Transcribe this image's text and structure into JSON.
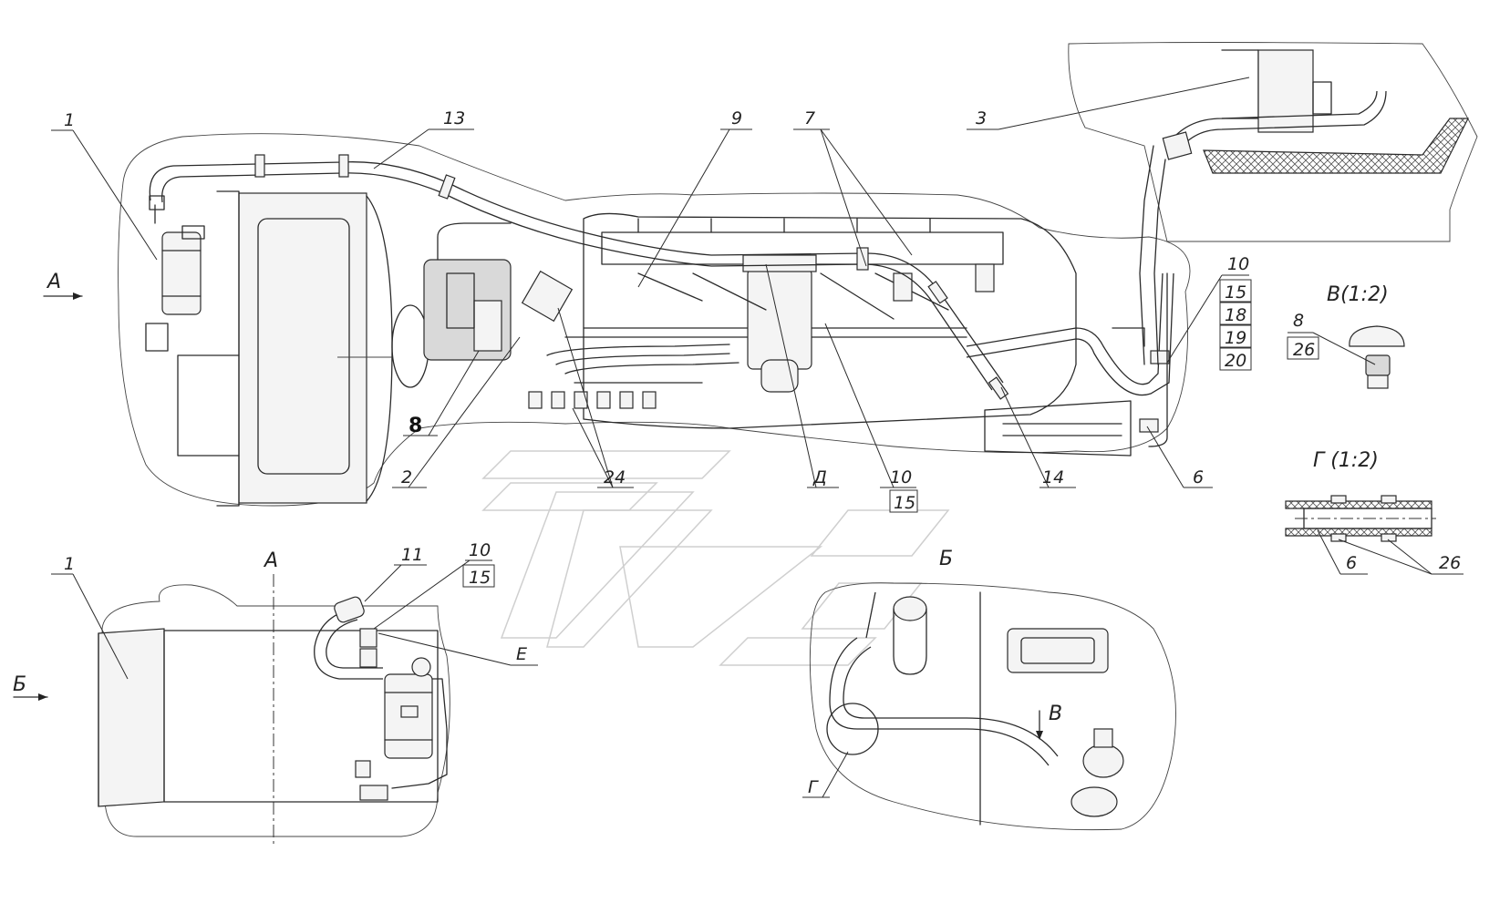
{
  "labels": {
    "l1_main": "1",
    "l13": "13",
    "l9": "9",
    "l7": "7",
    "l3": "3",
    "l10_right": "10",
    "l15_right": "15",
    "l18": "18",
    "l19": "19",
    "l20": "20",
    "l6_main": "6",
    "l14": "14",
    "l10_center": "10",
    "l15_center": "15",
    "l_D": "Д",
    "l24": "24",
    "l2": "2",
    "l8_main": "8",
    "l1_viewA": "1",
    "l11": "11",
    "l10_viewA": "10",
    "l15_viewA": "15",
    "l_E": "Е",
    "l_G_callout": "Г",
    "l_B_view": "Б",
    "l8_detailV": "8",
    "l26_detailV": "26",
    "l6_detailG": "6",
    "l26_detailG": "26"
  },
  "view_marks": {
    "arrow_A": "А",
    "arrow_B": "Б",
    "view_A_title": "А",
    "detail_V_title": "В(1:2)",
    "detail_G_title": "Г (1:2)",
    "arrow_V": "В"
  }
}
